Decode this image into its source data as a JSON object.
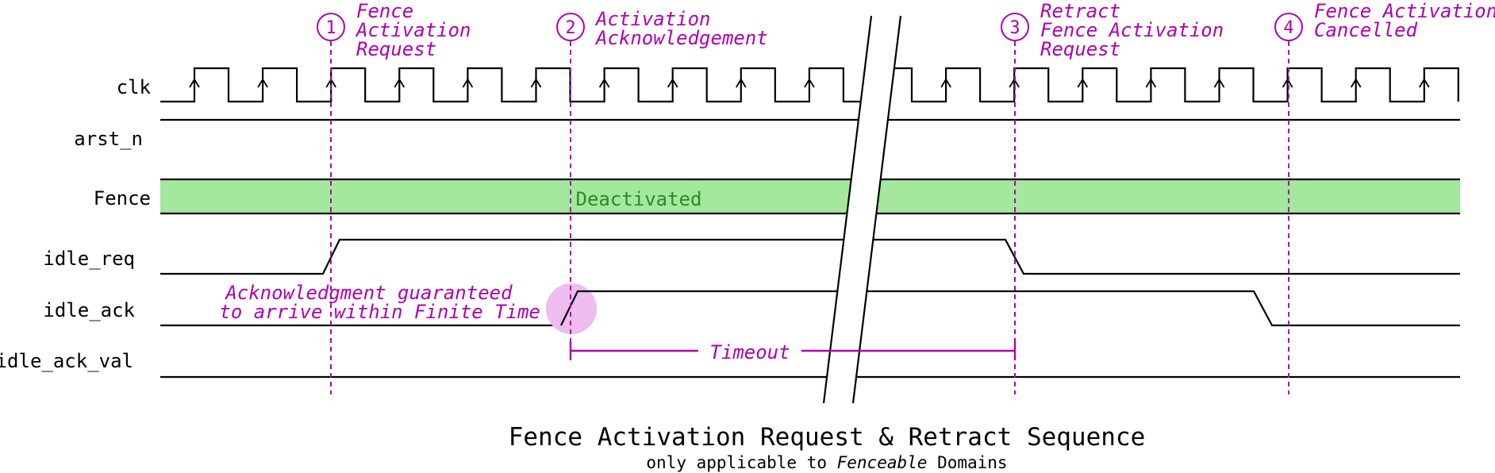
{
  "colors": {
    "annotation": "#b000b0",
    "bus_fill": "#a3e89d",
    "bus_text": "#2a8a2a",
    "highlight": "#eebcee",
    "signal": "#000000"
  },
  "signals": [
    "clk",
    "arst_n",
    "Fence",
    "idle_req",
    "idle_ack",
    "idle_ack_val"
  ],
  "bus": {
    "label": "Deactivated"
  },
  "markers": [
    {
      "number": "1",
      "lines": [
        "Fence",
        "Activation",
        "Request"
      ]
    },
    {
      "number": "2",
      "lines": [
        "Activation",
        "Acknowledgement"
      ]
    },
    {
      "number": "3",
      "lines": [
        "Retract",
        "Fence Activation",
        "Request"
      ]
    },
    {
      "number": "4",
      "lines": [
        "Fence Activation",
        "Cancelled"
      ]
    }
  ],
  "note": [
    "Acknowledgment guaranteed",
    "to arrive within Finite Time"
  ],
  "timeout_label": "Timeout",
  "title": "Fence Activation Request & Retract Sequence",
  "subtitle": {
    "before": "only applicable to ",
    "emphasis": "Fenceable",
    "after": " Domains"
  }
}
